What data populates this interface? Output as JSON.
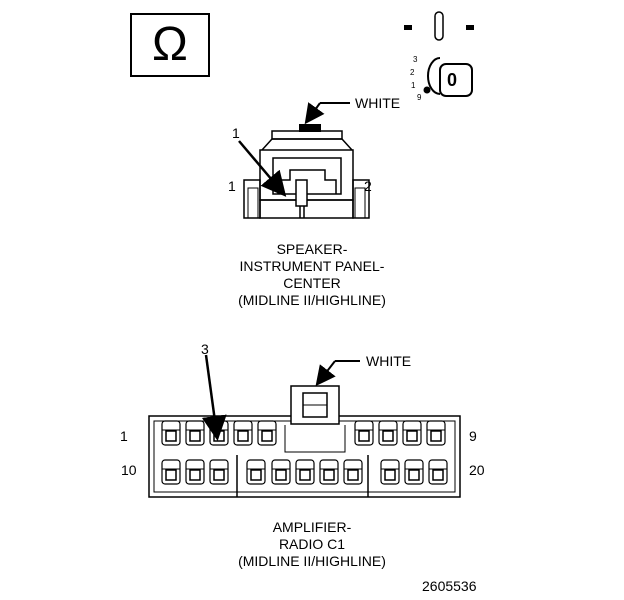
{
  "ohm_symbol": "Ω",
  "ignition": {
    "positions": [
      "3",
      "2",
      "1",
      "9"
    ],
    "key_label": "0"
  },
  "speaker_connector": {
    "color_label": "WHITE",
    "callout": "1",
    "pin_left": "1",
    "pin_right": "2",
    "caption_lines": [
      "SPEAKER-",
      "INSTRUMENT PANEL-",
      "CENTER",
      "(MIDLINE II/HIGHLINE)"
    ]
  },
  "amplifier_connector": {
    "color_label": "WHITE",
    "callout": "3",
    "pin_top_left": "1",
    "pin_top_right": "9",
    "pin_bottom_left": "10",
    "pin_bottom_right": "20",
    "caption_lines": [
      "AMPLIFIER-",
      "RADIO C1",
      "(MIDLINE II/HIGHLINE)"
    ]
  },
  "figure_number": "2605536"
}
